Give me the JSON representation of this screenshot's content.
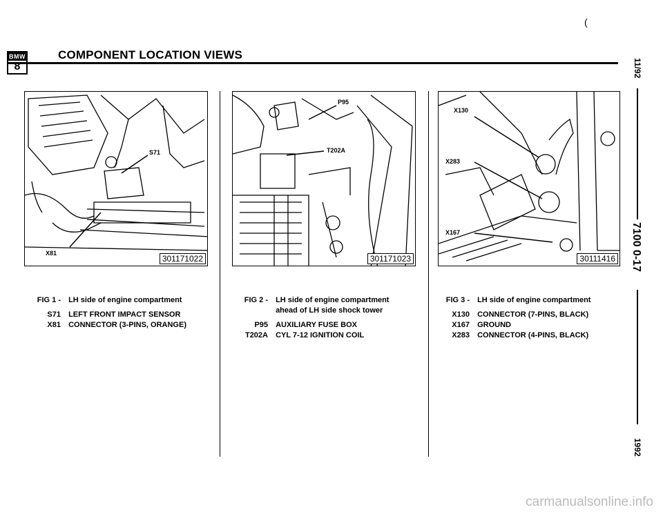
{
  "header": {
    "title": "COMPONENT LOCATION VIEWS",
    "logo_top": "BMW",
    "logo_bottom": "8",
    "corner_mark": "("
  },
  "figures": [
    {
      "image_code": "301171022",
      "callouts": [
        "S71",
        "X81"
      ],
      "caption": {
        "label": "FIG 1 -",
        "title": "LH side of engine compartment",
        "items": [
          {
            "code": "S71",
            "desc": "LEFT FRONT IMPACT SENSOR"
          },
          {
            "code": "X81",
            "desc": "CONNECTOR (3-PINS, ORANGE)"
          }
        ]
      }
    },
    {
      "image_code": "301171023",
      "callouts": [
        "P95",
        "T202A"
      ],
      "caption": {
        "label": "FIG 2 -",
        "title": "LH side of engine compartment",
        "title2": "ahead of LH side shock tower",
        "items": [
          {
            "code": "P95",
            "desc": "AUXILIARY FUSE BOX"
          },
          {
            "code": "T202A",
            "desc": "CYL 7-12 IGNITION COIL"
          }
        ]
      }
    },
    {
      "image_code": "30111416",
      "callouts": [
        "X130",
        "X283",
        "X167"
      ],
      "caption": {
        "label": "FIG 3 -",
        "title": "LH side of engine compartment",
        "items": [
          {
            "code": "X130",
            "desc": "CONNECTOR (7-PINS, BLACK)"
          },
          {
            "code": "X167",
            "desc": "GROUND"
          },
          {
            "code": "X283",
            "desc": "CONNECTOR (4-PINS, BLACK)"
          }
        ]
      }
    }
  ],
  "sidebar": {
    "date": "11/92",
    "page": "7100 0-17",
    "year": "1992"
  },
  "watermark": "carmanualsonline.info"
}
